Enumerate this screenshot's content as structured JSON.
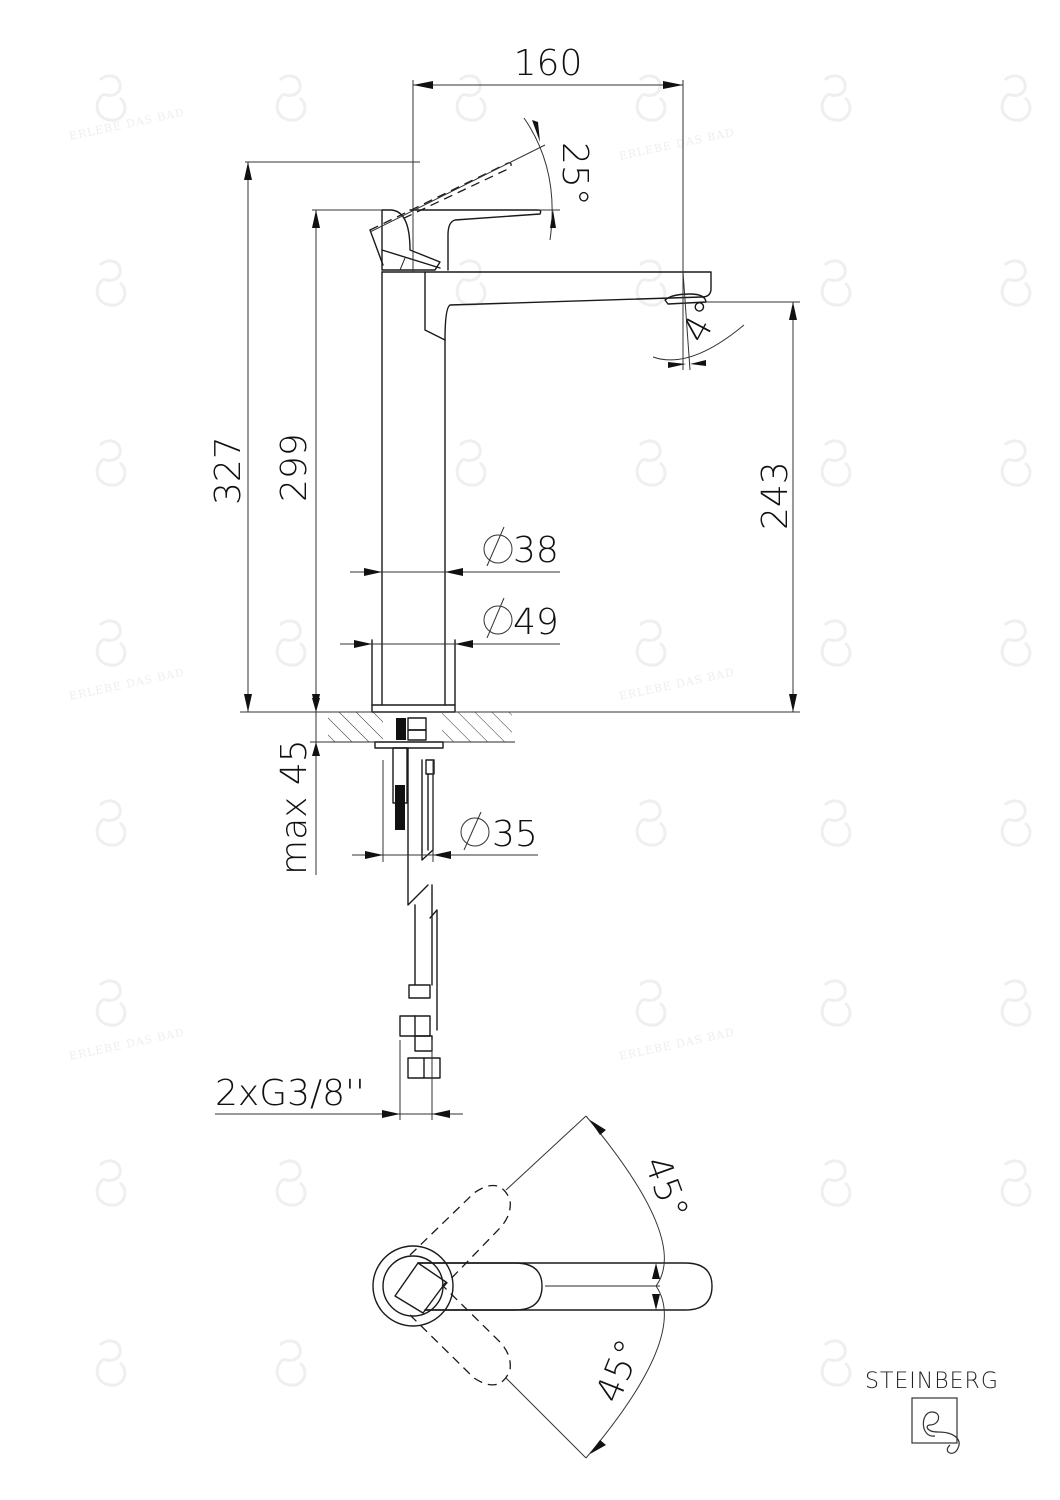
{
  "drawing": {
    "title": "Faucet technical drawing",
    "unit": "mm"
  },
  "dimensions": {
    "spout_reach": "160",
    "lever_angle": "25°",
    "spout_angle": "4°",
    "total_height": "327",
    "body_height": "299",
    "spout_height": "243",
    "body_diameter": "38",
    "base_diameter": "49",
    "max_counter_thickness": "max 45",
    "hole_diameter": "35",
    "connections": "2xG3/8''",
    "lever_rotation_up": "45°",
    "lever_rotation_down": "45°",
    "diameter_symbol": "⌀"
  },
  "brand": {
    "name": "STEINBERG",
    "logo_icon": "steinberg-logo-icon"
  },
  "watermark": {
    "text": "ERLEBE DAS BAD"
  }
}
